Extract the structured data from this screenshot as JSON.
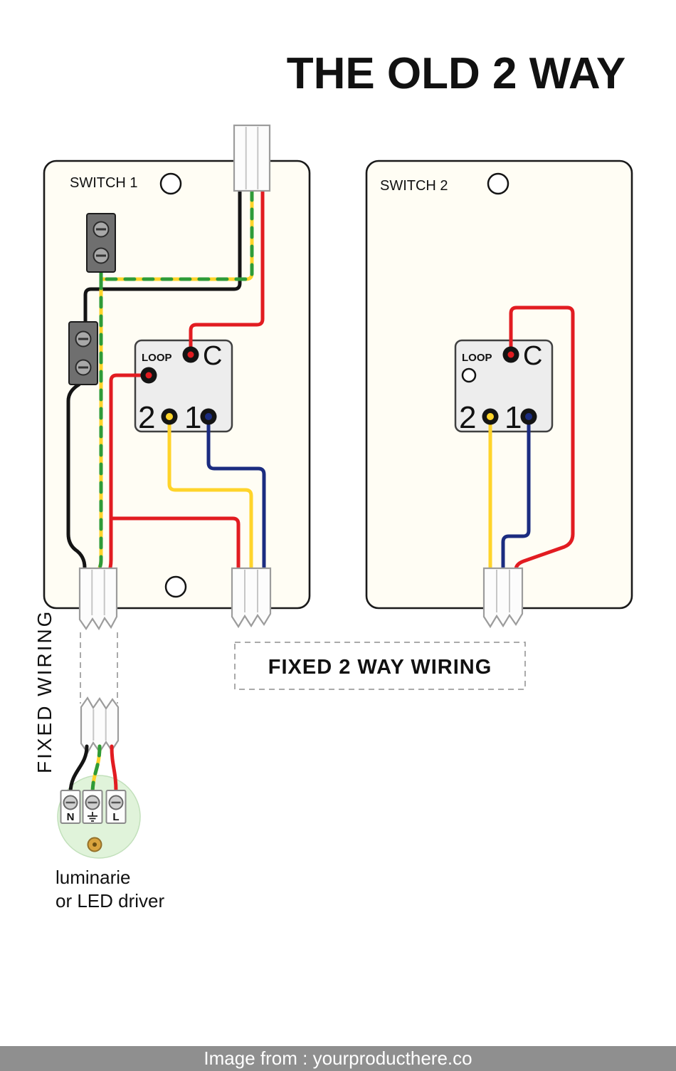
{
  "title": "THE OLD 2 WAY",
  "switch1": {
    "label": "SWITCH 1",
    "loop": "LOOP",
    "c": "C",
    "t2": "2",
    "t1": "1"
  },
  "switch2": {
    "label": "SWITCH 2",
    "loop": "LOOP",
    "c": "C",
    "t2": "2",
    "t1": "1"
  },
  "labels": {
    "fixed_wiring": "FIXED WIRING",
    "fixed_2way": "FIXED 2 WAY WIRING"
  },
  "luminaire": {
    "n": "N",
    "l": "L",
    "earth_icon": "earth-ground-icon",
    "caption_line1": "luminarie",
    "caption_line2": "or LED driver"
  },
  "footer": {
    "credit": "Image from : yourproducthere.co"
  },
  "colors": {
    "red": "#e21c21",
    "yellow": "#ffd42a",
    "blue": "#1b2c80",
    "green": "#2e9b38",
    "black": "#141414",
    "plate": "#fffdf4",
    "luminaire_green": "#e0f3da",
    "footer_bg": "#8f8f8f"
  }
}
